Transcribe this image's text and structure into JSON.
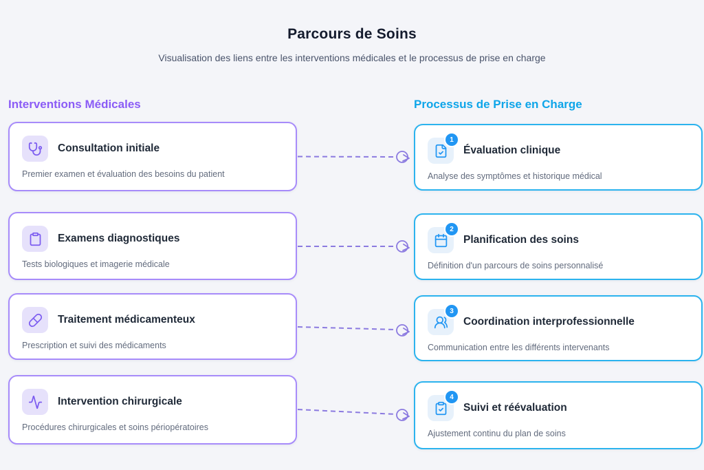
{
  "page": {
    "title": "Parcours de Soins",
    "subtitle": "Visualisation des liens entre les interventions médicales et le processus de prise en charge"
  },
  "left_column": {
    "header": "Interventions Médicales",
    "accent_color": "#8b5cf6",
    "card_border_color": "#a78bfa",
    "cards": [
      {
        "icon": "stethoscope-icon",
        "title": "Consultation initiale",
        "description": "Premier examen et évaluation des besoins du patient"
      },
      {
        "icon": "clipboard-icon",
        "title": "Examens diagnostiques",
        "description": "Tests biologiques et imagerie médicale"
      },
      {
        "icon": "pill-icon",
        "title": "Traitement médicamenteux",
        "description": "Prescription et suivi des médicaments"
      },
      {
        "icon": "activity-icon",
        "title": "Intervention chirurgicale",
        "description": "Procédures chirurgicales et soins périopératoires"
      }
    ]
  },
  "right_column": {
    "header": "Processus de Prise en Charge",
    "accent_color": "#0ea5e9",
    "card_border_color": "#2bb3ee",
    "badge_color": "#2196f3",
    "cards": [
      {
        "badge": "1",
        "icon": "file-check-icon",
        "title": "Évaluation clinique",
        "description": "Analyse des symptômes et historique médical"
      },
      {
        "badge": "2",
        "icon": "calendar-icon",
        "title": "Planification des soins",
        "description": "Définition d'un parcours de soins personnalisé"
      },
      {
        "badge": "3",
        "icon": "users-icon",
        "title": "Coordination interprofessionnelle",
        "description": "Communication entre les différents intervenants"
      },
      {
        "badge": "4",
        "icon": "clipboard-check-icon",
        "title": "Suivi et réévaluation",
        "description": "Ajustement continu du plan de soins"
      }
    ]
  },
  "connectors": {
    "count": 4,
    "style": "dashed line with circle-arrow endpoint",
    "dash_color": "#8b7ae0",
    "spine_gradient": [
      "#8b5cf6",
      "#22b1ee",
      "#8b5cf6"
    ]
  }
}
